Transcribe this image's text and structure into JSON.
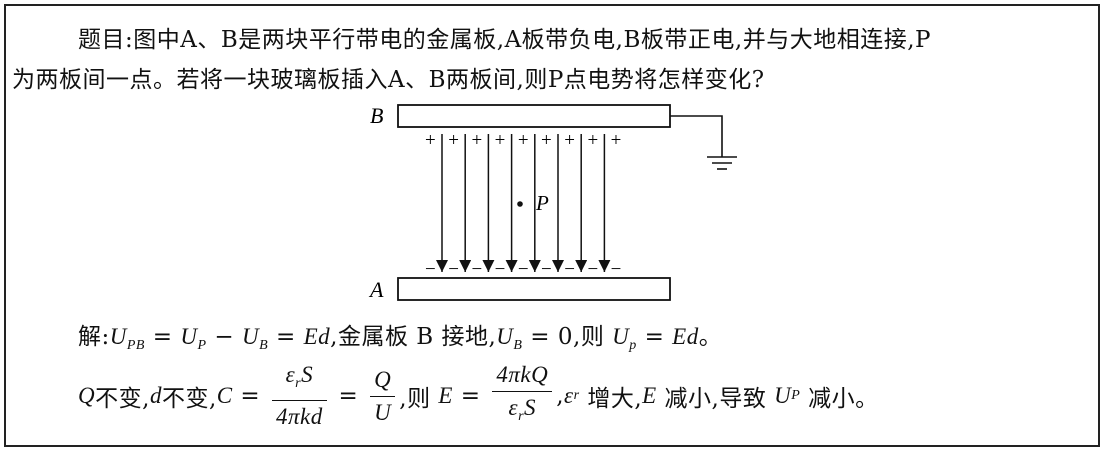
{
  "problem": {
    "line1": "题目:图中A、B是两块平行带电的金属板,A板带负电,B板带正电,并与大地相连接,P",
    "line2": "为两板间一点。若将一块玻璃板插入A、B两板间,则P点电势将怎样变化?"
  },
  "diagram": {
    "label_B": "B",
    "label_A": "A",
    "label_P": "P",
    "plus_sign": "+",
    "minus_sign": "−",
    "field_line_count": 8
  },
  "solution": {
    "prefix": "解:",
    "U": "U",
    "sub_PB": "PB",
    "sub_P": "P",
    "sub_B": "B",
    "sub_p": "p",
    "eq": " = ",
    "minus": " − ",
    "Ed": "Ed",
    "ground_text": ",金属板 B 接地,",
    "UB_zero": " = 0,",
    "then": "则 ",
    "end": "。"
  },
  "line4": {
    "Q": "Q",
    "unchanged1": " 不变,",
    "d": "d",
    "unchanged2": " 不变,",
    "C": "C",
    "eq": " = ",
    "eps": "ε",
    "sub_r": "r",
    "S": "S",
    "den1": "4πkd",
    "den2": "U",
    "then": ",则 ",
    "E": "E",
    "num3": "4πkQ",
    "comma": ",",
    "increase": " 增大,",
    "E2": "E",
    "decrease": " 减小,导致 ",
    "U": "U",
    "sub_P": "P",
    "decrease2": " 减小。"
  }
}
